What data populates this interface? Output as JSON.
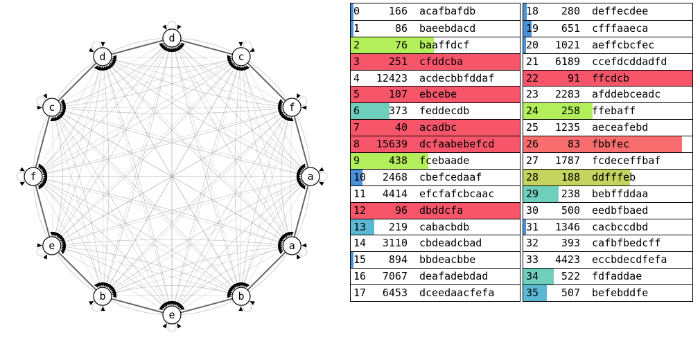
{
  "graph": {
    "nodes": [
      "d",
      "c",
      "f",
      "a",
      "a",
      "b",
      "e",
      "b",
      "e",
      "f",
      "c",
      "d"
    ],
    "colors": {
      "edge": "#9a9a9a",
      "ring_edge": "#555555",
      "node_stroke": "#000000",
      "node_fill": "#ffffff",
      "loop": "#d4d4d4"
    }
  },
  "table": {
    "left": [
      {
        "id": "0",
        "count": "166",
        "seq": "acafbafdb",
        "fill": 0.01,
        "color": "#4a90d9"
      },
      {
        "id": "1",
        "count": "86",
        "seq": "baeebdacd",
        "fill": 0.01,
        "color": "#4a90d9"
      },
      {
        "id": "2",
        "count": "76",
        "seq": "baaffdcf",
        "fill": 0.49,
        "color": "#b3ef5a"
      },
      {
        "id": "3",
        "count": "251",
        "seq": "cfddcba",
        "fill": 1.0,
        "color": "#f7566a"
      },
      {
        "id": "4",
        "count": "12423",
        "seq": "acdecbbfddaf",
        "fill": 0,
        "color": "#ffffff"
      },
      {
        "id": "5",
        "count": "107",
        "seq": "ebcebe",
        "fill": 1.0,
        "color": "#f7566a"
      },
      {
        "id": "6",
        "count": "373",
        "seq": "feddecdb",
        "fill": 0.23,
        "color": "#6fcfbc"
      },
      {
        "id": "7",
        "count": "40",
        "seq": "acadbc",
        "fill": 1.0,
        "color": "#f7566a"
      },
      {
        "id": "8",
        "count": "15639",
        "seq": "dcfaabebefcd",
        "fill": 1.0,
        "color": "#f7566a"
      },
      {
        "id": "9",
        "count": "438",
        "seq": "fcebaade",
        "fill": 0.46,
        "color": "#b3ef5a"
      },
      {
        "id": "10",
        "count": "2468",
        "seq": "cbefcedaaf",
        "fill": 0.07,
        "color": "#4a90d9"
      },
      {
        "id": "11",
        "count": "4414",
        "seq": "efcfafcbcaac",
        "fill": 0,
        "color": "#ffffff"
      },
      {
        "id": "12",
        "count": "96",
        "seq": "dbddcfa",
        "fill": 1.0,
        "color": "#f7566a"
      },
      {
        "id": "13",
        "count": "219",
        "seq": "cabacbdb",
        "fill": 0.14,
        "color": "#5bb8d4"
      },
      {
        "id": "14",
        "count": "3110",
        "seq": "cbdeadcbad",
        "fill": 0,
        "color": "#ffffff"
      },
      {
        "id": "15",
        "count": "894",
        "seq": "bbdeacbbe",
        "fill": 0.01,
        "color": "#4a90d9"
      },
      {
        "id": "16",
        "count": "7067",
        "seq": "deafadebdad",
        "fill": 0,
        "color": "#ffffff"
      },
      {
        "id": "17",
        "count": "6453",
        "seq": "dceedaacfefa",
        "fill": 0,
        "color": "#ffffff"
      }
    ],
    "right": [
      {
        "id": "18",
        "count": "280",
        "seq": "deffecdee",
        "fill": 0.02,
        "color": "#4a90d9"
      },
      {
        "id": "19",
        "count": "651",
        "seq": "cfffaaeca",
        "fill": 0.05,
        "color": "#4a90d9"
      },
      {
        "id": "20",
        "count": "1021",
        "seq": "aeffcbcfec",
        "fill": 0.005,
        "color": "#4a90d9"
      },
      {
        "id": "21",
        "count": "6189",
        "seq": "ccefdcddadfd",
        "fill": 0,
        "color": "#ffffff"
      },
      {
        "id": "22",
        "count": "91",
        "seq": "ffcdcb",
        "fill": 1.0,
        "color": "#f7566a"
      },
      {
        "id": "23",
        "count": "2283",
        "seq": "afddebceadc",
        "fill": 0,
        "color": "#ffffff"
      },
      {
        "id": "24",
        "count": "258",
        "seq": "ffebaff",
        "fill": 0.41,
        "color": "#b3ef5a"
      },
      {
        "id": "25",
        "count": "1235",
        "seq": "aeceafebd",
        "fill": 0,
        "color": "#ffffff"
      },
      {
        "id": "26",
        "count": "83",
        "seq": "fbbfec",
        "fill": 0.94,
        "color": "#f86d6d"
      },
      {
        "id": "27",
        "count": "1787",
        "seq": "fcdeceffbaf",
        "fill": 0,
        "color": "#ffffff"
      },
      {
        "id": "28",
        "count": "188",
        "seq": "ddfffeb",
        "fill": 0.63,
        "color": "#c4d45e"
      },
      {
        "id": "29",
        "count": "238",
        "seq": "bebffddaa",
        "fill": 0.21,
        "color": "#6fcfbc"
      },
      {
        "id": "30",
        "count": "500",
        "seq": "eedbfbaed",
        "fill": 0,
        "color": "#ffffff"
      },
      {
        "id": "31",
        "count": "1346",
        "seq": "cacbccdbd",
        "fill": 0.01,
        "color": "#4a90d9"
      },
      {
        "id": "32",
        "count": "393",
        "seq": "cafbfbedcff",
        "fill": 0,
        "color": "#ffffff"
      },
      {
        "id": "33",
        "count": "4423",
        "seq": "eccbdecdfefa",
        "fill": 0,
        "color": "#ffffff"
      },
      {
        "id": "34",
        "count": "522",
        "seq": "fdfaddae",
        "fill": 0.18,
        "color": "#6fcfbc"
      },
      {
        "id": "35",
        "count": "507",
        "seq": "befebddfe",
        "fill": 0.14,
        "color": "#5bb8d4"
      }
    ]
  }
}
